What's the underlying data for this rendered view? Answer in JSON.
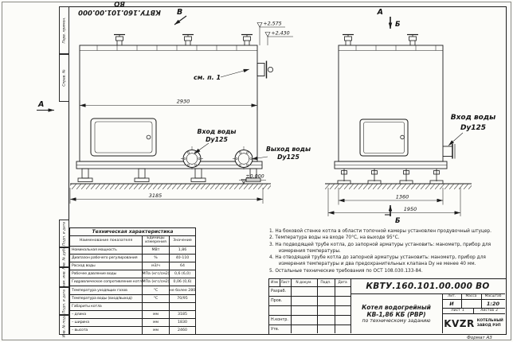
{
  "meta": {
    "doc_number": "КВТУ.160.101.00.000 ВО",
    "format_label": "Формат А3"
  },
  "frame": {
    "stamps": [
      "Перв. примен.",
      "Справ. №",
      "Подп. и дата",
      "Инв. № дубл.",
      "Взам. инв. №",
      "Подп. и дата",
      "Инв. № подл."
    ]
  },
  "drawing": {
    "labels": {
      "view_b": "В",
      "view_a_left": "А",
      "section_a": "А",
      "section_b": "Б",
      "section_b2": "Б",
      "see_note": "см. п. 1",
      "inlet": "Вход воды",
      "outlet": "Выход воды",
      "dn": "Dy125",
      "elev_top": "+2,575",
      "elev_mid": "+2,430",
      "elev_zero": "±0.000",
      "dim_2930": "2930",
      "dim_3185": "3185",
      "dim_1360": "1360",
      "dim_1950": "1950"
    }
  },
  "tech_table": {
    "title": "Техническая характеристика",
    "headers": [
      "Наименование показателя",
      "Единицы измерения",
      "Значение"
    ],
    "rows": [
      [
        "Номинальная мощность",
        "МВт",
        "1,86"
      ],
      [
        "Диапазон рабочего регулирования",
        "%",
        "40-110"
      ],
      [
        "Расход воды",
        "м3/ч",
        "64"
      ],
      [
        "Рабочее давление воды",
        "МПа (кгс/см2)",
        "0,6 (6,0)"
      ],
      [
        "Гидравлическое сопротивление котла",
        "МПа (кгс/см2)",
        "0,06 (0,6)"
      ],
      [
        "Температура уходящих газов",
        "°С",
        "не более 280"
      ],
      [
        "Температура воды (вход/выход)",
        "°С",
        "70/95"
      ],
      [
        "Габариты котла",
        "",
        ""
      ],
      [
        "– длина",
        "мм",
        "3185"
      ],
      [
        "– ширина",
        "мм",
        "1830"
      ],
      [
        "– высота",
        "мм",
        "2460"
      ]
    ]
  },
  "notes": {
    "lines": [
      "1.  На боковой стенке котла в области топочной камеры установлен продувочный штуцер.",
      "2.  Температура воды на входе 70°С, на выходе 95°С.",
      "3.  На подводящей трубе котла, до запорной арматуры установить: манометр, прибор для",
      "измерения температуры.",
      "4.  На отводящей трубе котла до запорной арматуры установить: манометр, прибор для",
      "измерения температуры и два предохранительных клапана Dу не менее 40 мм.",
      "5.  Остальные технические требования по ОСТ 108.030.133-84."
    ]
  },
  "title_block": {
    "doc_number": "КВТУ.160.101.00.000 ВО",
    "header_cols": [
      "Изм",
      "Лист",
      "N докум.",
      "Подп.",
      "Дата"
    ],
    "row_labels": [
      "Разраб.",
      "Пров.",
      "",
      "Н.контр.",
      "Утв."
    ],
    "name_line1": "Котел водогрейный",
    "name_line2": "КВ-1,86 КБ (РВР)",
    "name_line3": "по техническому заданию",
    "lit_label": "Лит.",
    "mass_label": "Масса",
    "scale_label": "Масштаб",
    "lit_value": "И",
    "scale_value": "1:20",
    "sheet_label": "Лист",
    "sheet_value": "1",
    "sheets_label": "Листов",
    "sheets_value": "2",
    "logo_text": "KVZR",
    "logo_sub1": "КОТЕЛЬНЫЙ",
    "logo_sub2": "ЗАВОД РЭП"
  }
}
